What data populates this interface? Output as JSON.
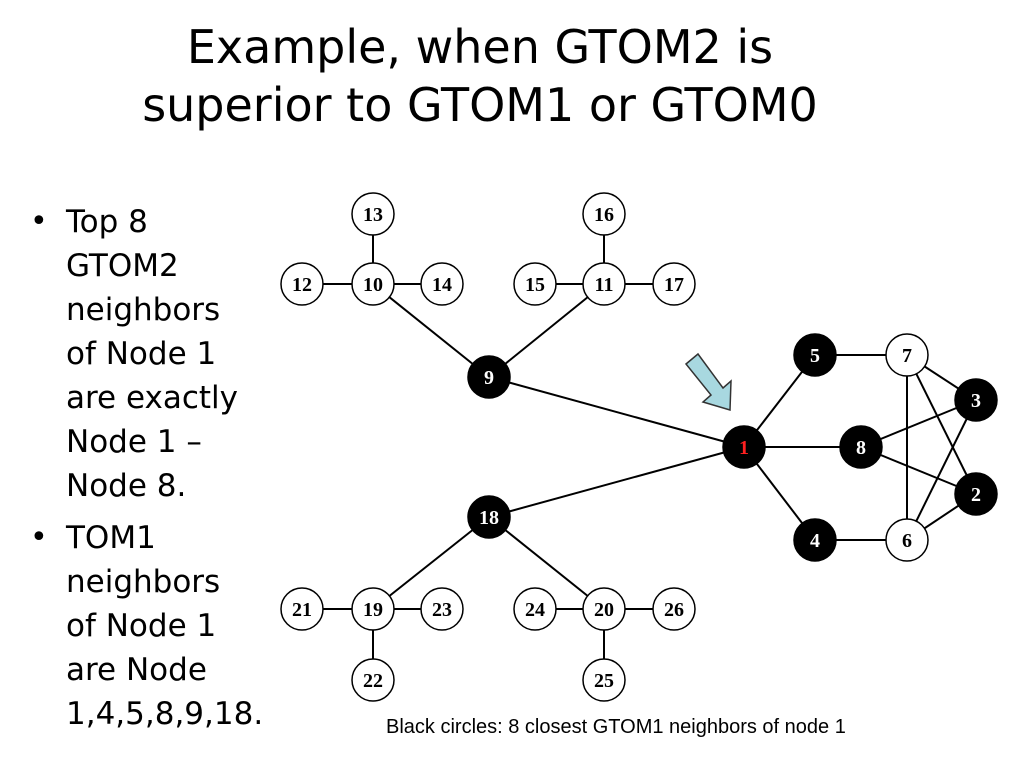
{
  "title_line1": "Example, when GTOM2 is",
  "title_line2": "superior to GTOM1 or GTOM0",
  "bullets": [
    "Top 8 GTOM2 neighbors of Node 1 are exactly Node 1 – Node 8.",
    "TOM1 neighbors of Node 1 are Node 1,4,5,8,9,18."
  ],
  "bullet_lines": [
    [
      "Top 8",
      "GTOM2",
      "neighbors",
      "of Node 1",
      "are exactly",
      "Node 1 –",
      "Node 8."
    ],
    [
      "TOM1",
      "neighbors",
      "of Node 1",
      "are Node",
      "1,4,5,8,9,18."
    ]
  ],
  "caption": "Black circles: 8 closest GTOM1 neighbors of node 1",
  "colors": {
    "black_node": "#000000",
    "white_node": "#ffffff",
    "center_label": "#ff2020",
    "arrow_fill": "#a8d8e0"
  },
  "graph": {
    "nodes": [
      {
        "id": "1",
        "style": "black-red"
      },
      {
        "id": "2",
        "style": "black"
      },
      {
        "id": "3",
        "style": "black"
      },
      {
        "id": "4",
        "style": "black"
      },
      {
        "id": "5",
        "style": "black"
      },
      {
        "id": "6",
        "style": "white"
      },
      {
        "id": "7",
        "style": "white"
      },
      {
        "id": "8",
        "style": "black"
      },
      {
        "id": "9",
        "style": "black"
      },
      {
        "id": "10",
        "style": "white"
      },
      {
        "id": "11",
        "style": "white"
      },
      {
        "id": "12",
        "style": "white"
      },
      {
        "id": "13",
        "style": "white"
      },
      {
        "id": "14",
        "style": "white"
      },
      {
        "id": "15",
        "style": "white"
      },
      {
        "id": "16",
        "style": "white"
      },
      {
        "id": "17",
        "style": "white"
      },
      {
        "id": "18",
        "style": "black"
      },
      {
        "id": "19",
        "style": "white"
      },
      {
        "id": "20",
        "style": "white"
      },
      {
        "id": "21",
        "style": "white"
      },
      {
        "id": "22",
        "style": "white"
      },
      {
        "id": "23",
        "style": "white"
      },
      {
        "id": "24",
        "style": "white"
      },
      {
        "id": "25",
        "style": "white"
      },
      {
        "id": "26",
        "style": "white"
      }
    ],
    "edges": [
      [
        "13",
        "10"
      ],
      [
        "12",
        "10"
      ],
      [
        "10",
        "14"
      ],
      [
        "10",
        "9"
      ],
      [
        "16",
        "11"
      ],
      [
        "15",
        "11"
      ],
      [
        "11",
        "17"
      ],
      [
        "11",
        "9"
      ],
      [
        "9",
        "1"
      ],
      [
        "1",
        "18"
      ],
      [
        "18",
        "19"
      ],
      [
        "18",
        "20"
      ],
      [
        "21",
        "19"
      ],
      [
        "19",
        "23"
      ],
      [
        "19",
        "22"
      ],
      [
        "24",
        "20"
      ],
      [
        "20",
        "26"
      ],
      [
        "20",
        "25"
      ],
      [
        "1",
        "5"
      ],
      [
        "1",
        "8"
      ],
      [
        "1",
        "4"
      ],
      [
        "5",
        "7"
      ],
      [
        "4",
        "6"
      ],
      [
        "7",
        "6"
      ],
      [
        "7",
        "3"
      ],
      [
        "7",
        "2"
      ],
      [
        "8",
        "3"
      ],
      [
        "8",
        "2"
      ],
      [
        "6",
        "3"
      ],
      [
        "6",
        "2"
      ]
    ],
    "arrow_target": "1"
  }
}
